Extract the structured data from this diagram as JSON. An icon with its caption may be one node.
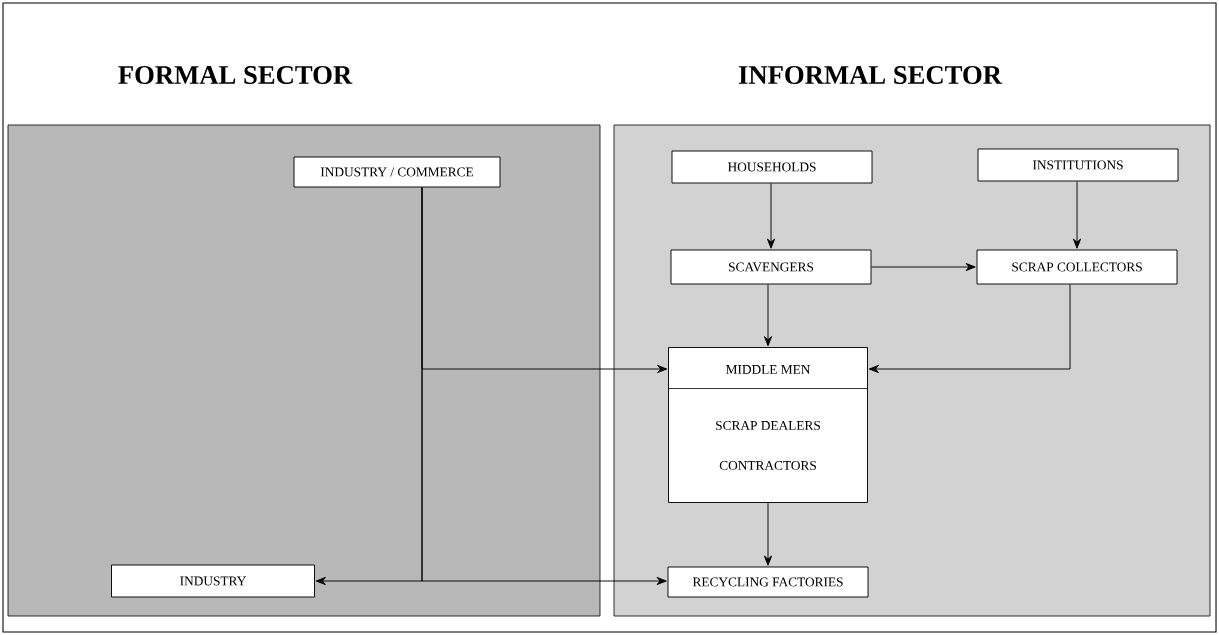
{
  "diagram": {
    "nodes": [
      {
        "text": [
          "FORMAL SECTOR"
        ]
      },
      {
        "text": [
          "INDUSTRY / COMMERCE"
        ],
        "in": 0
      },
      {
        "text": [
          "INDUSTRY"
        ],
        "in": 0
      },
      {
        "text": [
          "INFORMAL SECTOR"
        ]
      },
      {
        "text": [
          "HOUSEHOLDS"
        ],
        "in": 3
      },
      {
        "text": [
          "INSTITUTIONS"
        ],
        "in": 3
      },
      {
        "text": [
          "SCAVENGERS"
        ],
        "in": 3
      },
      {
        "text": [
          "SCRAP COLLECTORS"
        ],
        "in": 3
      },
      {
        "text": [
          "MIDDLE MEN",
          "SCRAP DEALERS",
          "CONTRACTORS"
        ],
        "in": 3
      },
      {
        "text": [
          "RECYCLING FACTORIES"
        ],
        "in": 3
      }
    ],
    "edges": [
      {
        "from": 1,
        "to": 8,
        "arrow": "to"
      },
      {
        "from": 1,
        "to": 2,
        "arrow": "to"
      },
      {
        "from": 1,
        "to": 9,
        "arrow": "to"
      },
      {
        "from": 4,
        "to": 6,
        "arrow": "to"
      },
      {
        "from": 5,
        "to": 7,
        "arrow": "to"
      },
      {
        "from": 6,
        "to": 7,
        "arrow": "to"
      },
      {
        "from": 6,
        "to": 8,
        "arrow": "to"
      },
      {
        "from": 7,
        "to": 8,
        "arrow": "to"
      },
      {
        "from": 8,
        "to": 9,
        "arrow": "to"
      }
    ]
  }
}
